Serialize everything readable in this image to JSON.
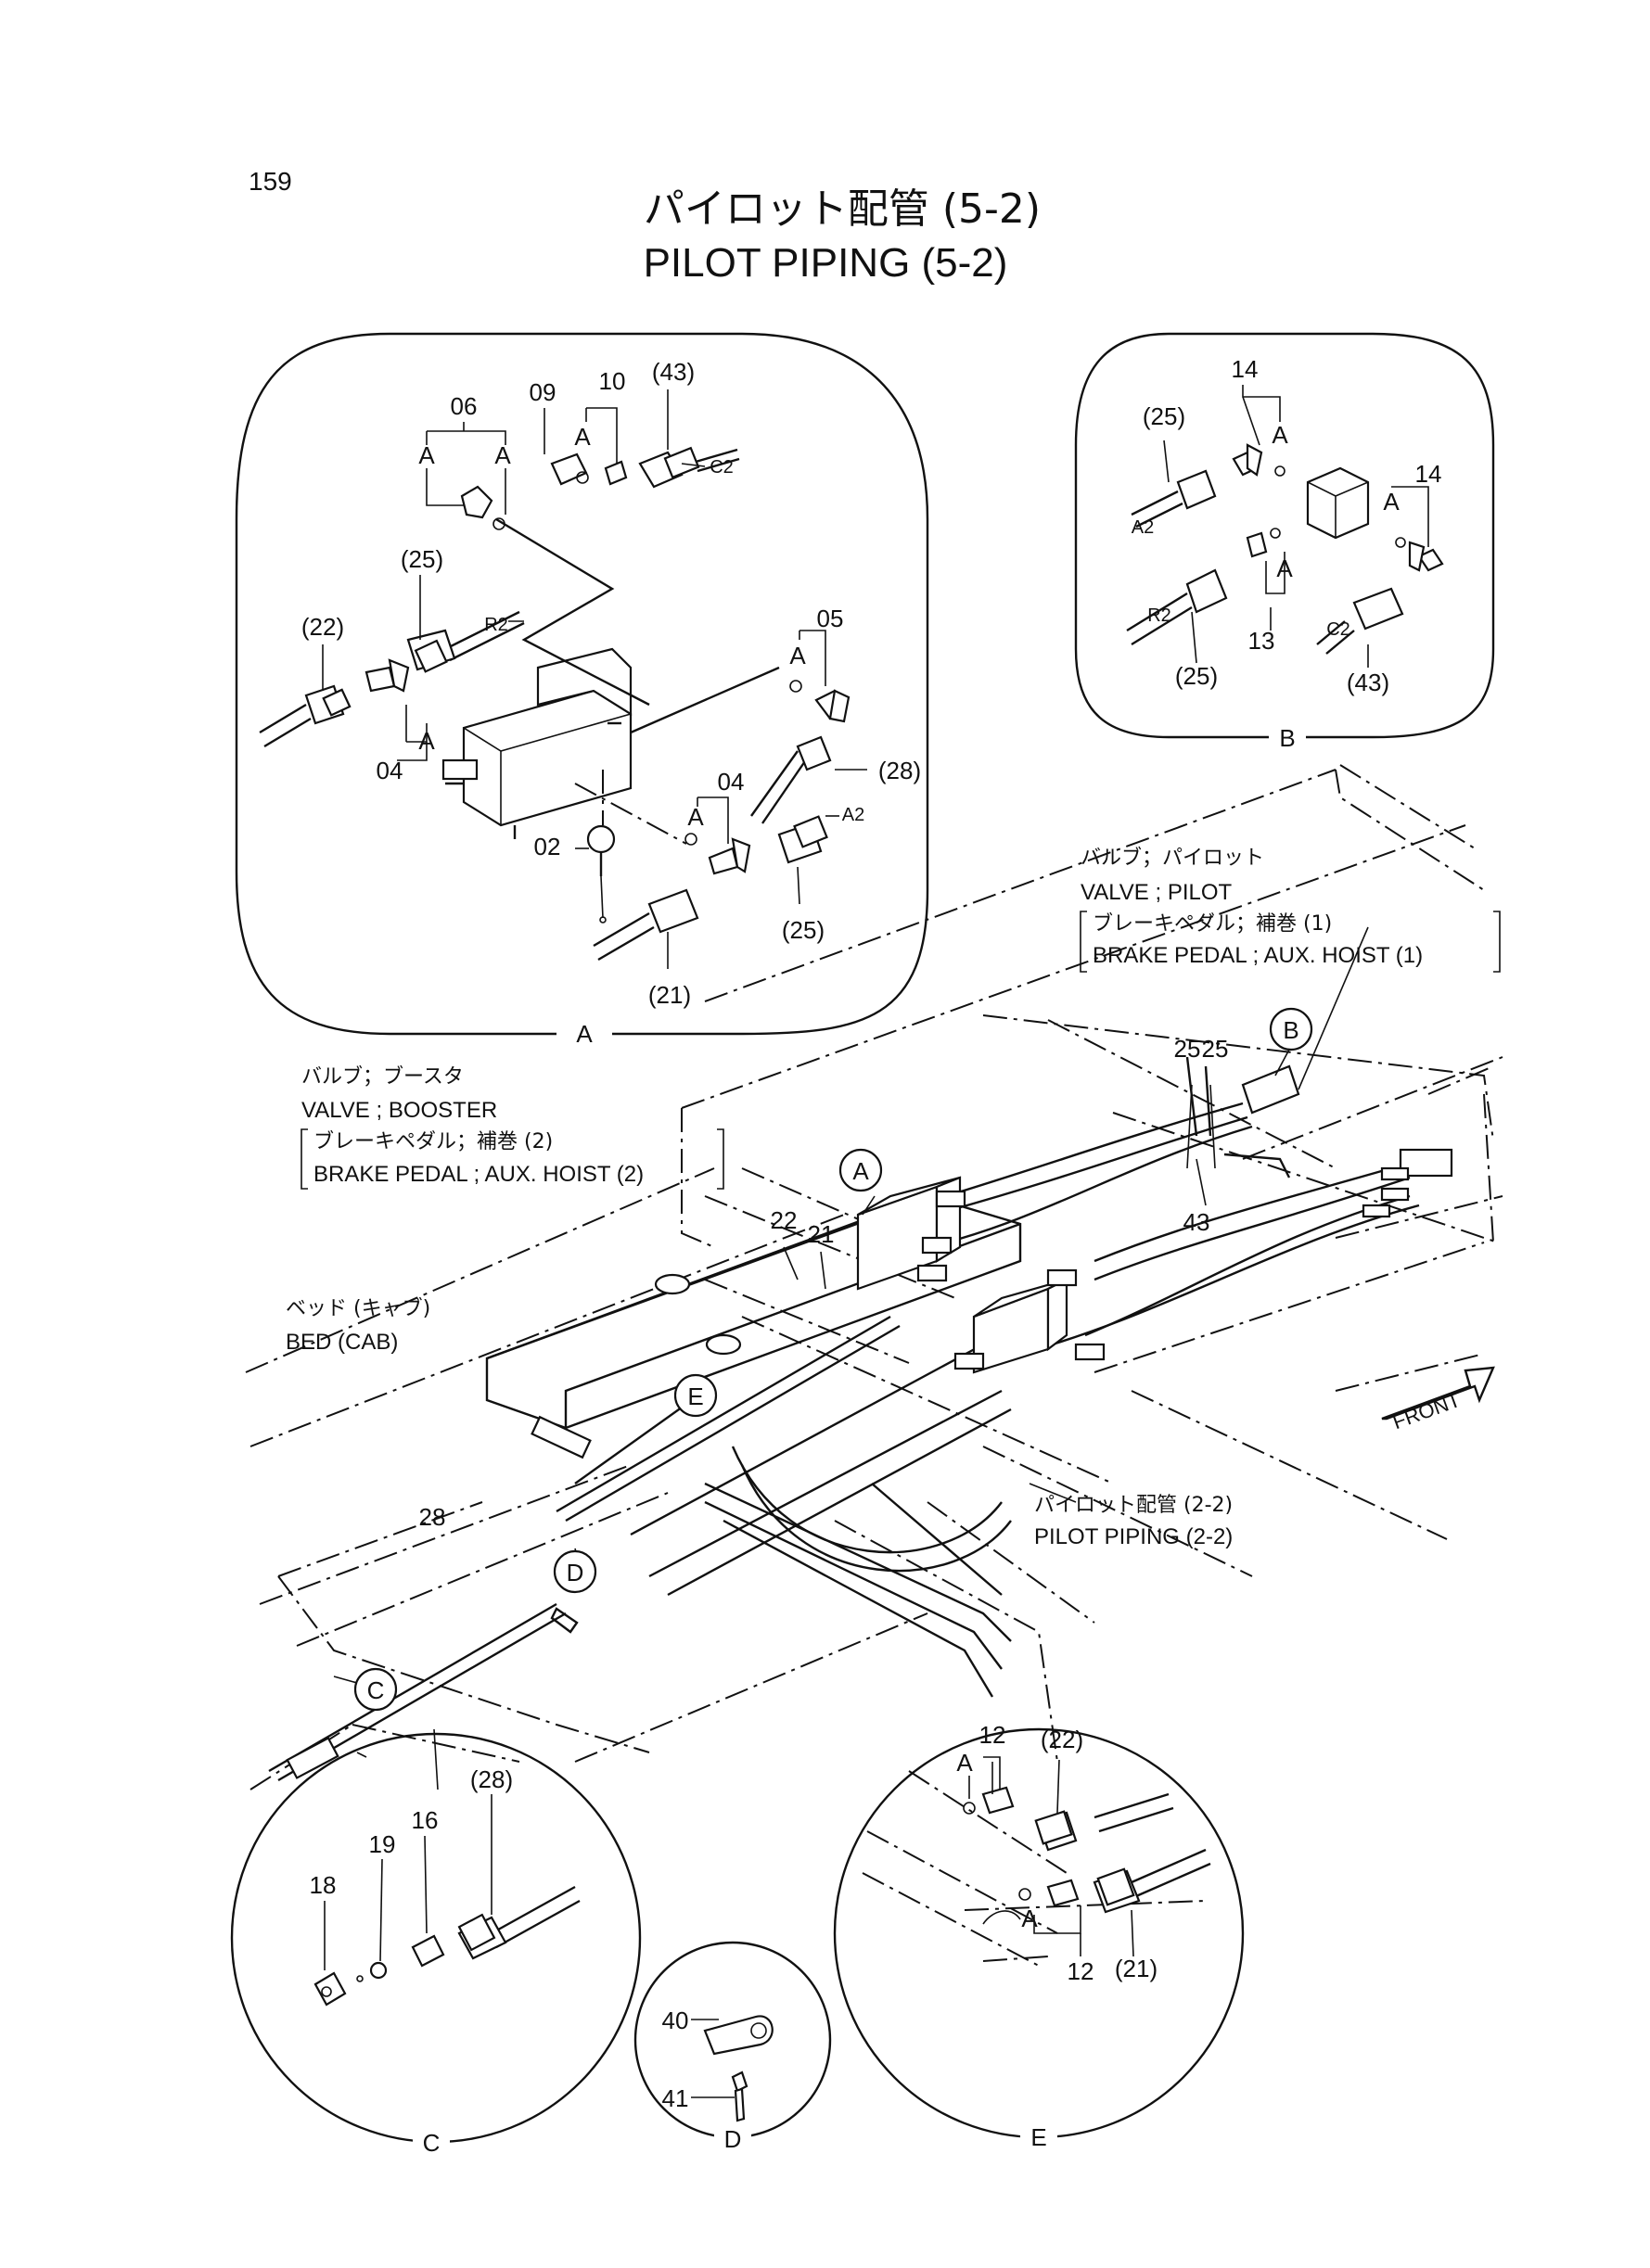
{
  "page_number": "159",
  "title_ja": "パイロット配管 (5-2)",
  "title_en": "PILOT PIPING (5-2)",
  "detail_A": {
    "frame_label": "A",
    "labels": [
      "06",
      "09",
      "10",
      "(43)",
      "A",
      "A",
      "A",
      "C2",
      "(25)",
      "R2",
      "(22)",
      "04",
      "A",
      "05",
      "A",
      "(28)",
      "04",
      "A",
      "A2",
      "02",
      "(25)",
      "(21)"
    ]
  },
  "detail_B": {
    "frame_label": "B",
    "labels": [
      "14",
      "(25)",
      "A",
      "A2",
      "14",
      "A",
      "A",
      "R2",
      "13",
      "C2",
      "(25)",
      "(43)"
    ]
  },
  "detail_C": {
    "frame_label": "C",
    "labels": [
      "(28)",
      "16",
      "19",
      "18"
    ]
  },
  "detail_D": {
    "frame_label": "D",
    "labels": [
      "40",
      "41"
    ]
  },
  "detail_E": {
    "frame_label": "E",
    "labels": [
      "12",
      "(22)",
      "A",
      "A",
      "12",
      "(21)"
    ]
  },
  "callouts": {
    "pilot_valve": {
      "ja": "バルブ；パイロット",
      "en": "VALVE ; PILOT",
      "sub_ja": "ブレーキペダル；補巻 (1)",
      "sub_en": "BRAKE PEDAL ; AUX. HOIST (1)"
    },
    "booster_valve": {
      "ja": "バルブ；ブースタ",
      "en": "VALVE ; BOOSTER",
      "sub_ja": "ブレーキペダル；補巻 (2)",
      "sub_en": "BRAKE PEDAL ; AUX. HOIST (2)"
    },
    "bed": {
      "ja": "ベッド (キャブ)",
      "en": "BED (CAB)"
    },
    "pilot_piping": {
      "ja": "パイロット配管 (2-2)",
      "en": "PILOT PIPING (2-2)"
    }
  },
  "main_labels": [
    "25",
    "25",
    "43",
    "22",
    "21",
    "28"
  ],
  "circle_refs": [
    "A",
    "B",
    "C",
    "D",
    "E"
  ],
  "front_label": "FRONT"
}
